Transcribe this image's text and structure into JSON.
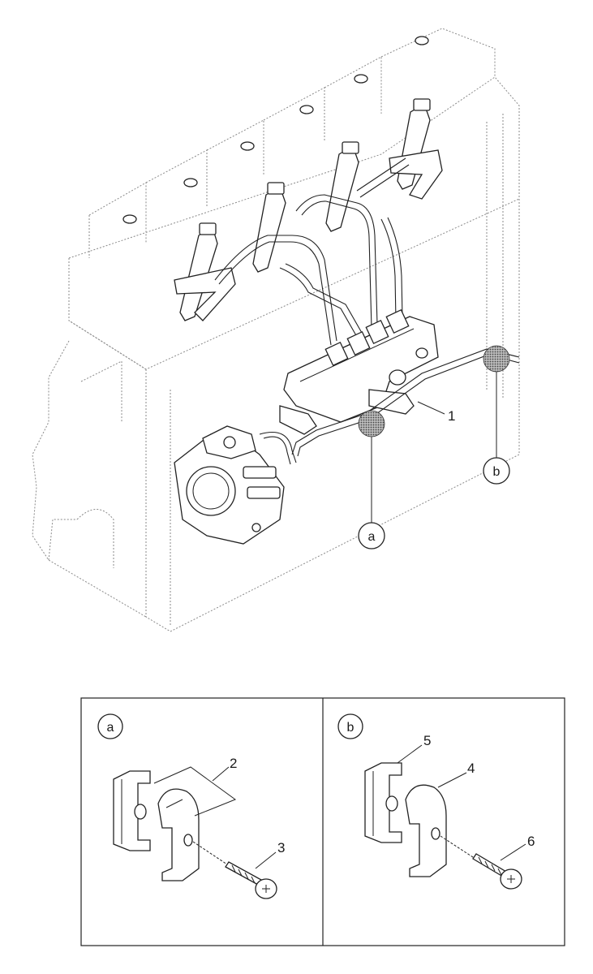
{
  "callouts": {
    "a": "a",
    "b": "b"
  },
  "labels": {
    "part1": "1",
    "part2": "2",
    "part3": "3",
    "part4": "4",
    "part5": "5",
    "part6": "6"
  },
  "detail_a": {
    "tag": "a"
  },
  "detail_b": {
    "tag": "b"
  },
  "colors": {
    "line": "#222222",
    "dashed": "#8a8a8a",
    "marker": "#777777"
  }
}
